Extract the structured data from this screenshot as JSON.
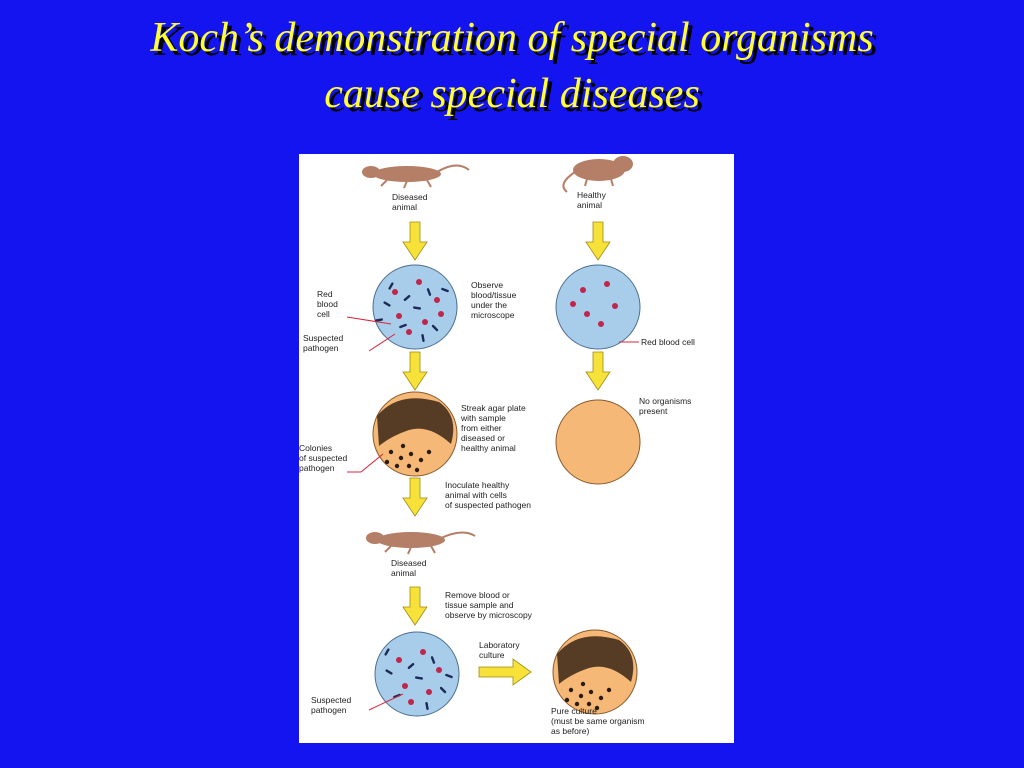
{
  "slide": {
    "title_line1": "Koch’s demonstration of special organisms",
    "title_line2": "cause special diseases",
    "title_color": "#ffff33",
    "background_color": "#1414f0"
  },
  "diagram": {
    "colors": {
      "arrow": "#f7e23a",
      "dish": "#a8cdea",
      "agar": "#f5b876",
      "blood_cell": "#c0264b",
      "pathogen": "#1e2a58",
      "mouse": "#b57e66",
      "pointer": "#d7263d"
    },
    "labels": {
      "diseased_animal_1": [
        "Diseased",
        "animal"
      ],
      "healthy_animal": [
        "Healthy",
        "animal"
      ],
      "red_blood_cell_left": [
        "Red",
        "blood",
        "cell"
      ],
      "suspected_pathogen_1": [
        "Suspected",
        "pathogen"
      ],
      "observe": [
        "Observe",
        "blood/tissue",
        "under the",
        "microscope"
      ],
      "red_blood_cell_right": [
        "Red blood cell"
      ],
      "streak": [
        "Streak agar plate",
        "with sample",
        "from either",
        "diseased or",
        "healthy animal"
      ],
      "colonies": [
        "Colonies",
        "of suspected",
        "pathogen"
      ],
      "no_organisms": [
        "No organisms",
        "present"
      ],
      "inoculate": [
        "Inoculate healthy",
        "animal with cells",
        "of suspected pathogen"
      ],
      "diseased_animal_2": [
        "Diseased",
        "animal"
      ],
      "remove": [
        "Remove blood or",
        "tissue sample and",
        "observe by microscopy"
      ],
      "laboratory_culture": [
        "Laboratory",
        "culture"
      ],
      "suspected_pathogen_2": [
        "Suspected",
        "pathogen"
      ],
      "pure_culture": [
        "Pure culture",
        "(must be same organism",
        "as before)"
      ]
    }
  }
}
